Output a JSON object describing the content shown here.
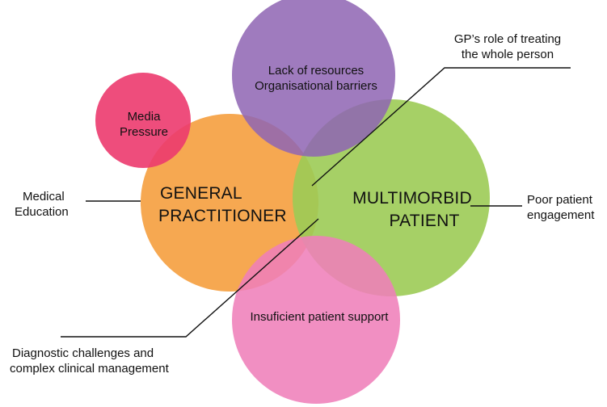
{
  "circles": {
    "general_practitioner": {
      "label": [
        "GENERAL",
        "PRACTITIONER"
      ],
      "color": "#f5a142"
    },
    "multimorbid_patient": {
      "label": [
        "MULTIMORBID",
        "PATIENT"
      ],
      "color": "#9ccb55"
    },
    "resources": {
      "label": [
        "Lack  of resources",
        "Organisational barriers"
      ],
      "color": "#8f65b3"
    },
    "media": {
      "label": [
        "Media",
        "Pressure"
      ],
      "color": "#ec3a6e"
    },
    "patient_support": {
      "label": [
        "Insuficient patient support"
      ],
      "color": "#ef80b9"
    }
  },
  "callouts": {
    "medical_education": [
      "Medical",
      "Education"
    ],
    "poor_engagement": [
      "Poor patient",
      "engagement"
    ],
    "gp_role": [
      "GP’s role of treating",
      "the whole person"
    ],
    "diagnostic": [
      "Diagnostic challenges and",
      "complex clinical management"
    ]
  }
}
